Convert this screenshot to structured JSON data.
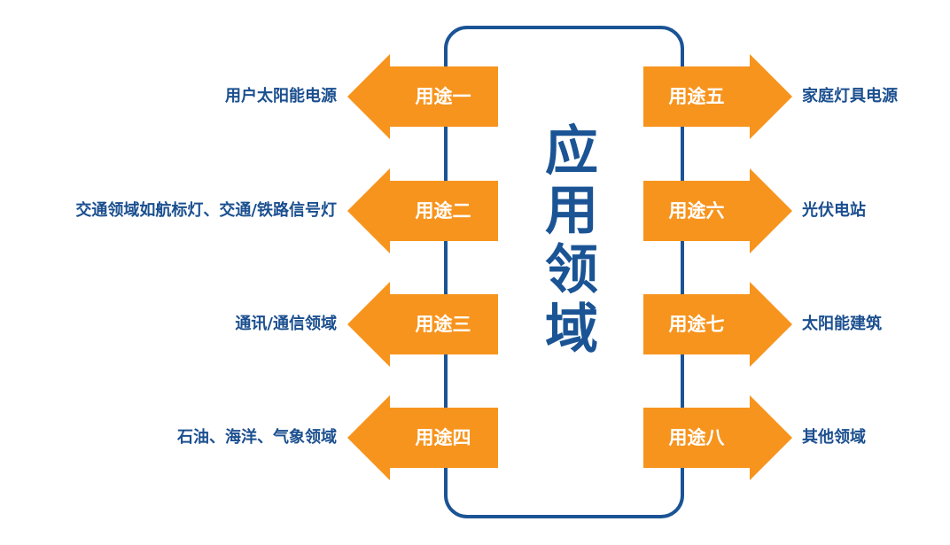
{
  "title": "应用领域",
  "title_chars": [
    "应",
    "用",
    "领",
    "域"
  ],
  "colors": {
    "arrow": "#f7941d",
    "blue": "#1b5495"
  },
  "left": [
    {
      "label": "用途一",
      "desc": "用户太阳能电源"
    },
    {
      "label": "用途二",
      "desc": "交通领域如航标灯、交通/铁路信号灯"
    },
    {
      "label": "用途三",
      "desc": "通讯/通信领域"
    },
    {
      "label": "用途四",
      "desc": "石油、海洋、气象领域"
    }
  ],
  "right": [
    {
      "label": "用途五",
      "desc": "家庭灯具电源"
    },
    {
      "label": "用途六",
      "desc": "光伏电站"
    },
    {
      "label": "用途七",
      "desc": "太阳能建筑"
    },
    {
      "label": "用途八",
      "desc": "其他领域"
    }
  ]
}
